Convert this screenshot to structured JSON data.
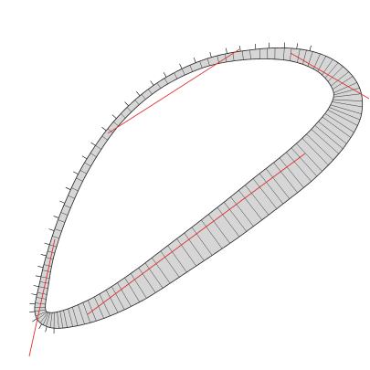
{
  "diagram": {
    "kind": "closed-ribbon-loop",
    "labels": [],
    "colors": {
      "background": "#ffffff",
      "ribbon_fill": "#d6d6d6",
      "ribbon_outline": "#222222",
      "rib_lines": "#333333",
      "tangent_lines": "#e03030",
      "normal_ticks": "#000000"
    },
    "tangent_line_count": 4,
    "rib_count": 120,
    "shows_normal_ticks": true
  }
}
